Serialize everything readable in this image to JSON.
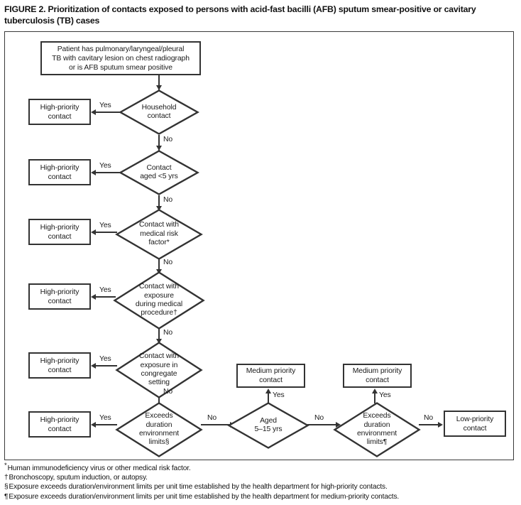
{
  "figure": {
    "caption": "FIGURE 2. Prioritization of contacts exposed to persons with acid-fast bacilli (AFB) sputum smear-positive or cavitary tuberculosis (TB)  cases"
  },
  "start": {
    "text": "Patient has pulmonary/laryngeal/pleural TB with cavitary lesion on chest radiograph or is AFB sputum smear positive",
    "line1": "Patient has pulmonary/laryngeal/pleural",
    "line2": "TB with cavitary lesion on chest radiograph",
    "line3": "or is AFB sputum smear positive"
  },
  "decisions": [
    {
      "id": "household-contact",
      "line1": "Household",
      "line2": "contact",
      "yes_label": "Yes",
      "no_label": "No",
      "yes_target": "High-priority contact"
    },
    {
      "id": "contact-aged-under-5",
      "line1": "Contact",
      "line2": "aged <5 yrs",
      "yes_label": "Yes",
      "no_label": "No",
      "yes_target": "High-priority contact"
    },
    {
      "id": "contact-medical-risk-factor",
      "line1": "Contact with",
      "line2": "medical risk",
      "line3": "factor*",
      "yes_label": "Yes",
      "no_label": "No",
      "yes_target": "High-priority contact"
    },
    {
      "id": "contact-exposure-medical-procedure",
      "line1": "Contact with",
      "line2": "exposure",
      "line3": "during medical",
      "line4": "procedure†",
      "yes_label": "Yes",
      "no_label": "No",
      "yes_target": "High-priority contact"
    },
    {
      "id": "contact-exposure-congregate-setting",
      "line1": "Contact with",
      "line2": "exposure in",
      "line3": "congregate",
      "line4": "setting",
      "yes_label": "Yes",
      "no_label": "No",
      "yes_target": "High-priority contact"
    },
    {
      "id": "exceeds-duration-high",
      "line1": "Exceeds",
      "line2": "duration",
      "line3": "environment",
      "line4": "limits§",
      "yes_label": "Yes",
      "no_label": "No",
      "yes_target": "High-priority contact"
    },
    {
      "id": "aged-5-15",
      "line1": "Aged",
      "line2": "5–15 yrs",
      "yes_label": "Yes",
      "no_label": "No",
      "yes_target": "Medium priority contact"
    },
    {
      "id": "exceeds-duration-medium",
      "line1": "Exceeds",
      "line2": "duration",
      "line3": "environment",
      "line4": "limits¶",
      "yes_label": "Yes",
      "no_label": "No",
      "yes_target": "Medium priority contact"
    }
  ],
  "outcomes": {
    "high_priority_line1": "High-priority",
    "high_priority_line2": "contact",
    "medium_priority_line1": "Medium priority",
    "medium_priority_line2": "contact",
    "low_priority_line1": "Low-priority",
    "low_priority_line2": "contact"
  },
  "footnotes": [
    {
      "marker": "*",
      "text": "Human immunodeficiency virus or other medical risk factor."
    },
    {
      "marker": "†",
      "text": "Bronchoscopy, sputum induction, or autopsy."
    },
    {
      "marker": "§",
      "text": "Exposure exceeds duration/environment limits per unit time established by the health department for high-priority contacts."
    },
    {
      "marker": "¶",
      "text": "Exposure exceeds duration/environment limits per unit time established by the health department for medium-priority contacts."
    }
  ],
  "colors": {
    "stroke": "#333333",
    "frame": "#3a3a3a",
    "background": "#ffffff",
    "text": "#1a1a1a"
  }
}
